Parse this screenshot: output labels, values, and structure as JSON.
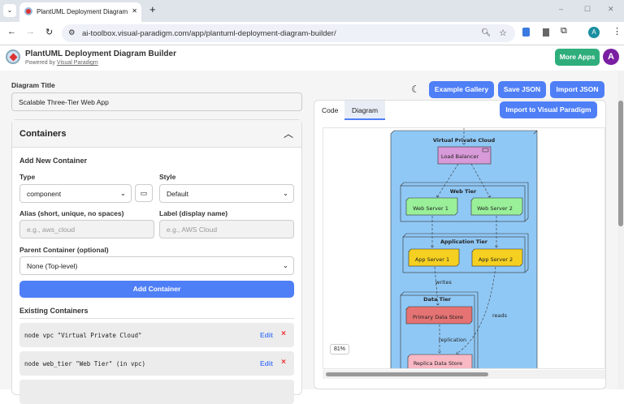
{
  "browser": {
    "tab_title": "PlantUML Deployment Diagram",
    "url": "ai-toolbox.visual-paradigm.com/app/plantuml-deployment-diagram-builder/",
    "profile": "A"
  },
  "app": {
    "title": "PlantUML Deployment Diagram Builder",
    "powered_prefix": "Powered by ",
    "powered_link": "Visual Paradigm",
    "more_apps": "More Apps",
    "avatar": "A"
  },
  "form": {
    "diagram_title_label": "Diagram Title",
    "diagram_title_value": "Scalable Three-Tier Web App",
    "containers_heading": "Containers",
    "add_new_heading": "Add New Container",
    "type_label": "Type",
    "type_value": "component",
    "style_label": "Style",
    "style_value": "Default",
    "alias_label": "Alias (short, unique, no spaces)",
    "alias_placeholder": "e.g., aws_cloud",
    "label_label": "Label (display name)",
    "label_placeholder": "e.g., AWS Cloud",
    "parent_label": "Parent Container (optional)",
    "parent_value": "None (Top-level)",
    "add_button": "Add Container",
    "existing_heading": "Existing Containers",
    "existing": [
      {
        "text": "node vpc \"Virtual Private Cloud\"",
        "edit": "Edit",
        "delete": "×"
      },
      {
        "text": "node web_tier \"Web Tier\" (in vpc)",
        "edit": "Edit",
        "delete": "×"
      }
    ]
  },
  "toolbar": {
    "example_gallery": "Example Gallery",
    "save_json": "Save JSON",
    "import_json": "Import JSON",
    "import_vp": "Import to Visual Paradigm"
  },
  "tabs": [
    {
      "label": "Code",
      "active": false
    },
    {
      "label": "Diagram",
      "active": true
    }
  ],
  "diagram": {
    "zoom": "81%",
    "vpc": "Virtual Private Cloud",
    "load_balancer": "Load Balancer",
    "web_tier": "Web Tier",
    "web1": "Web Server 1",
    "web2": "Web Server 2",
    "app_tier": "Application Tier",
    "app1": "App Server 1",
    "app2": "App Server 2",
    "data_tier": "Data Tier",
    "primary": "Primary Data Store",
    "replica": "Replica Data Store",
    "writes": "writes",
    "reads": "reads",
    "replication": "replication"
  },
  "colors": {
    "accent": "#4f7ff7",
    "more_apps": "#2fae7c",
    "avatar": "#7b1fa2",
    "vpc": "#90c8f5",
    "lb": "#d89ad8",
    "web": "#99f099",
    "app": "#f5d020",
    "primary": "#e57373",
    "replica": "#f8b8c4"
  }
}
